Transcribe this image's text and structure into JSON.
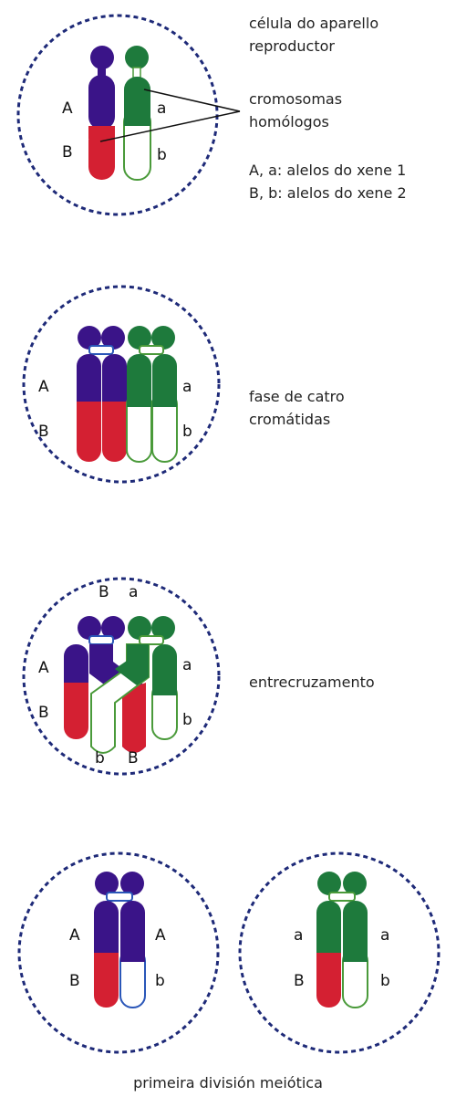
{
  "colors": {
    "purple": "#3a1488",
    "red": "#d42032",
    "green": "#1e7a3c",
    "white": "#ffffff",
    "blue_outline": "#2a56b8",
    "green_outline": "#4a9a3a",
    "dashed_circle": "#1e2a78",
    "text": "#111111"
  },
  "stage1": {
    "cell_label_line1": "célula do aparello",
    "cell_label_line2": "reproductor",
    "homologs_line1": "cromosomas",
    "homologs_line2": "homólogos",
    "allele_note1": "A, a: alelos do xene 1",
    "allele_note2": "B, b: alelos do xene 2",
    "label_A": "A",
    "label_a": "a",
    "label_B": "B",
    "label_b": "b"
  },
  "stage2": {
    "label_line1": "fase de catro",
    "label_line2": "cromátidas",
    "label_A": "A",
    "label_a": "a",
    "label_B": "B",
    "label_b": "b"
  },
  "stage3": {
    "label": "entrecruzamento",
    "top_B": "B",
    "top_a": "a",
    "label_A": "A",
    "label_a": "a",
    "label_B": "B",
    "label_b": "b",
    "bottom_b": "b",
    "bottom_B": "B"
  },
  "stage4": {
    "caption": "primeira división meiótica",
    "left_A1": "A",
    "left_A2": "A",
    "left_B": "B",
    "left_b": "b",
    "right_a1": "a",
    "right_a2": "a",
    "right_B": "B",
    "right_b": "b"
  }
}
